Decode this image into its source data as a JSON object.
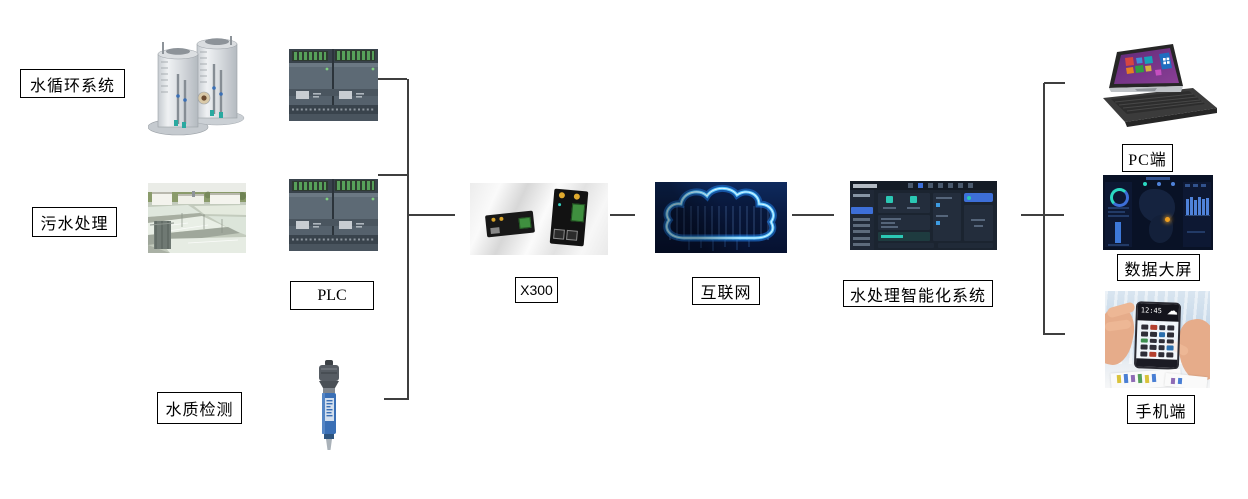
{
  "nodes": {
    "water_circulation": {
      "label": "水循环系统"
    },
    "sewage": {
      "label": "污水处理"
    },
    "water_quality": {
      "label": "水质检测"
    },
    "plc": {
      "label": "PLC"
    },
    "x300": {
      "label": "X300"
    },
    "internet": {
      "label": "互联网"
    },
    "smart_system": {
      "label": "水处理智能化系统"
    },
    "pc": {
      "label": "PC端"
    },
    "data_screen": {
      "label": "数据大屏"
    },
    "mobile": {
      "label": "手机端"
    }
  },
  "phone_screen": {
    "time": "12:45"
  },
  "colors": {
    "canvas_bg": "#ffffff",
    "connector_line": "#3f3f3f",
    "label_border": "#000000",
    "cloud_neon": "#5ecbff",
    "cloud_bg": "#0a1c44",
    "dashboard_bg": "#1b2430",
    "accent_teal": "#2bc8b4",
    "accent_blue": "#3d6fd8",
    "datascreen_bg": "#091226",
    "bar_blue": "#4f82d9",
    "map_dot_orange": "#f0a020",
    "win_screen_purple": "#6b2e7e",
    "plc_body": "#55616c",
    "sensor_blue": "#3a6fb5"
  }
}
